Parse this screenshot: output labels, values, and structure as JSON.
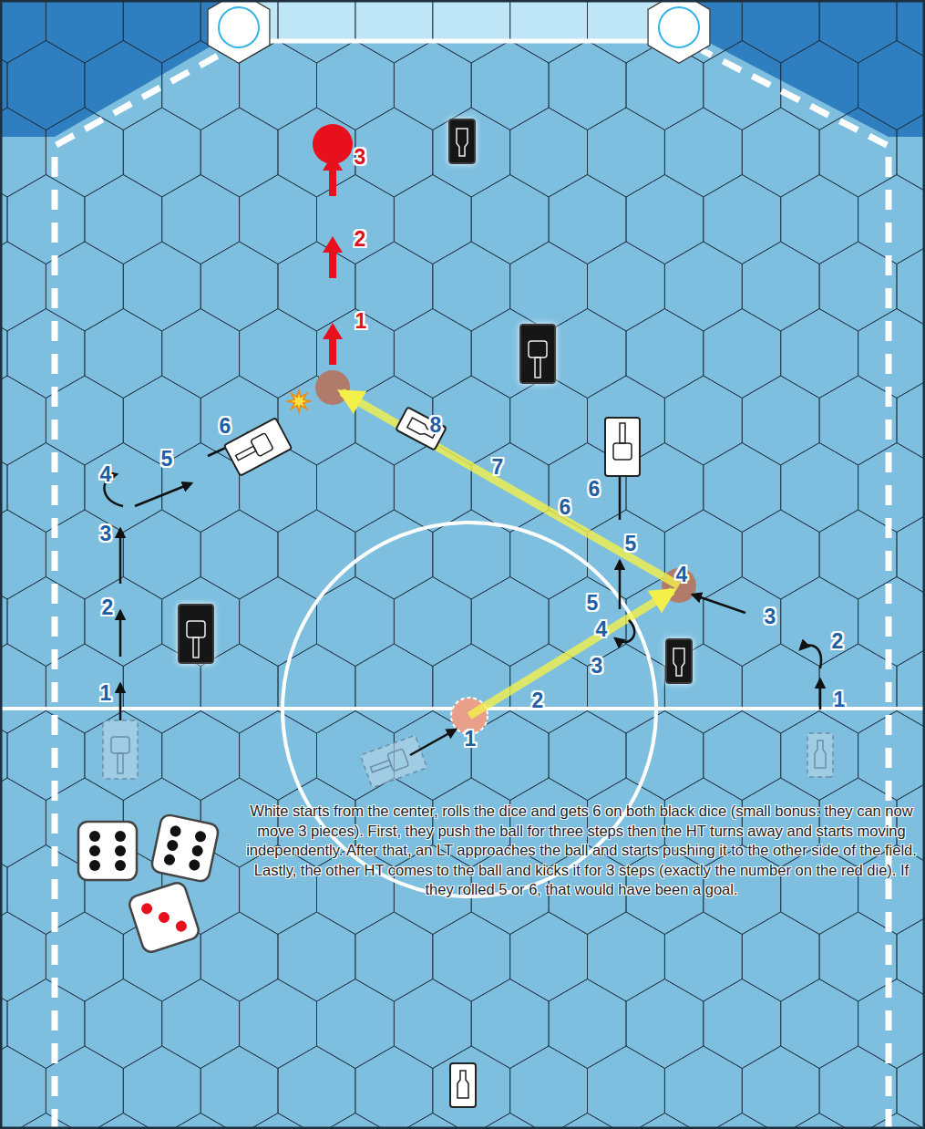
{
  "diagram": {
    "caption": "White starts from the center, rolls the dice and gets 6 on both black dice (small bonus: they can now move 3 pieces). First, they push the ball for three steps then the HT turns away and starts moving independently. After that, an LT approaches the ball and starts pushing it to the other side of the field. Lastly, the other HT comes to the ball and kicks it for 3 steps (exactly the number on the red die). If they rolled 5 or 6, that would have been a goal.",
    "labels": [
      "3",
      "2",
      "1",
      "6",
      "8",
      "4",
      "5",
      "7",
      "6",
      "6",
      "3",
      "5",
      "4",
      "2",
      "5",
      "4",
      "3",
      "2",
      "3",
      "1",
      "1",
      "2",
      "1"
    ]
  }
}
